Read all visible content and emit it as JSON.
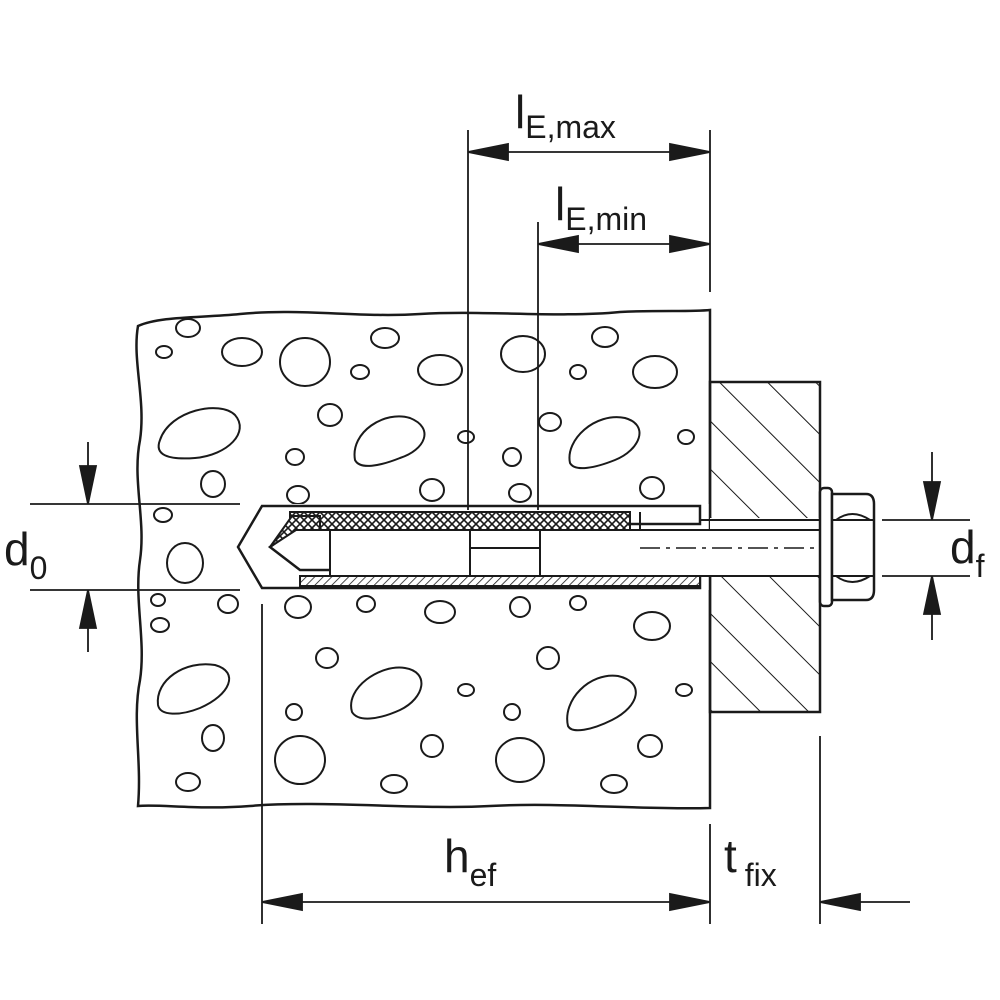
{
  "labels": {
    "le_max": {
      "main": "l",
      "sub": "E,max"
    },
    "le_min": {
      "main": "l",
      "sub": "E,min"
    },
    "d0": {
      "main": "d",
      "sub": "0"
    },
    "df": {
      "main": "d",
      "sub": "f"
    },
    "hef": {
      "main": "h",
      "sub": "ef"
    },
    "tfix": {
      "main": "t",
      "sub": "fix"
    }
  },
  "colors": {
    "line": "#1a1a1a",
    "background": "#ffffff"
  }
}
